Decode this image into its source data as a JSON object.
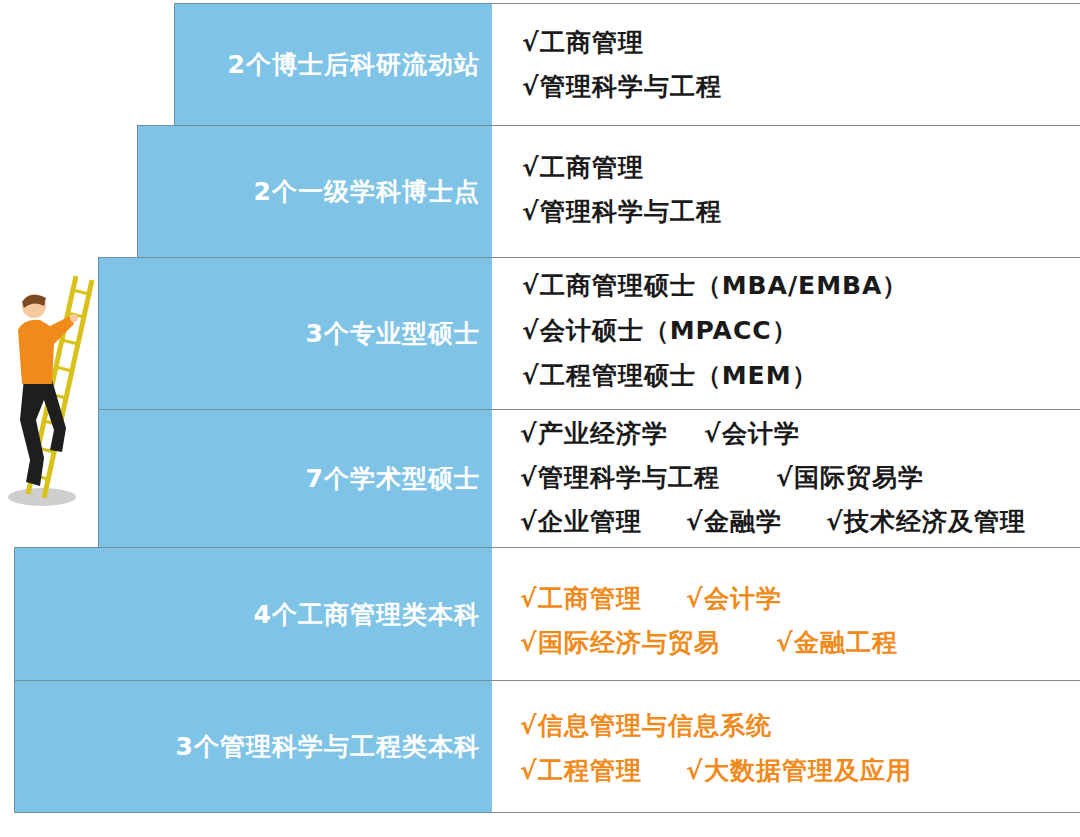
{
  "diagram": {
    "nodes": [
      {
        "text": [
          "2个博士后科研流动站"
        ]
      },
      {
        "text": [
          "√工商管理",
          "√管理科学与工程"
        ]
      },
      {
        "text": [
          "2个一级学科博士点"
        ]
      },
      {
        "text": [
          "√工商管理",
          "√管理科学与工程"
        ]
      },
      {
        "text": [
          "3个专业型硕士"
        ]
      },
      {
        "text": [
          "√工商管理硕士（MBA/EMBA）",
          "√会计硕士（MPACC）",
          "√工程管理硕士（MEM）"
        ]
      },
      {
        "text": [
          "7个学术型硕士"
        ]
      },
      {
        "text": [
          "√产业经济学",
          "√会计学",
          "√管理科学与工程",
          "√国际贸易学",
          "√企业管理",
          "√金融学",
          "√技术经济及管理"
        ]
      },
      {
        "text": [
          "4个工商管理类本科"
        ]
      },
      {
        "text": [
          "√工商管理",
          "√会计学",
          "√国际经济与贸易",
          "√金融工程"
        ]
      },
      {
        "text": [
          "3个管理科学与工程类本科"
        ]
      },
      {
        "text": [
          "√信息管理与信息系统",
          "√工程管理",
          "√大数据管理及应用"
        ]
      }
    ]
  }
}
